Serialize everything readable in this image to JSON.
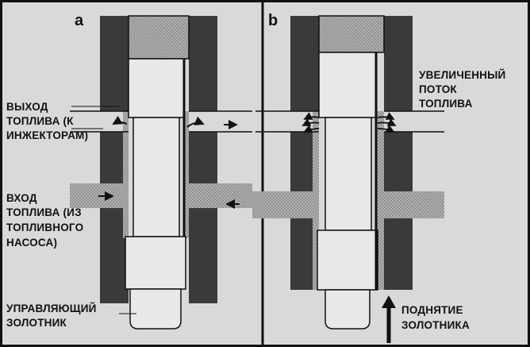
{
  "panels": [
    {
      "id": "a",
      "letter": "a",
      "labels": {
        "outlet": [
          "ВЫХОД",
          "ТОПЛИВА (К",
          "ИНЖЕКТОРАМ)"
        ],
        "inlet": [
          "ВХОД",
          "ТОПЛИВА (ИЗ",
          "ТОПЛИВНОГО",
          "НАСОСА)"
        ],
        "spool": [
          "УПРАВЛЯЮЩИЙ",
          "ЗОЛОТНИК"
        ]
      }
    },
    {
      "id": "b",
      "letter": "b",
      "labels": {
        "flow": [
          "УВЕЛИЧЕННЫЙ",
          "ПОТОК",
          "ТОПЛИВА"
        ],
        "lift": [
          "ПОДНЯТИЕ",
          "ЗОЛОТНИКА"
        ]
      }
    }
  ],
  "colors": {
    "background": "#d9d9d9",
    "housing": "#3a3a3a",
    "fuel": "#a8a8a8",
    "spool": "#e8e8e8",
    "outline": "#111111"
  }
}
